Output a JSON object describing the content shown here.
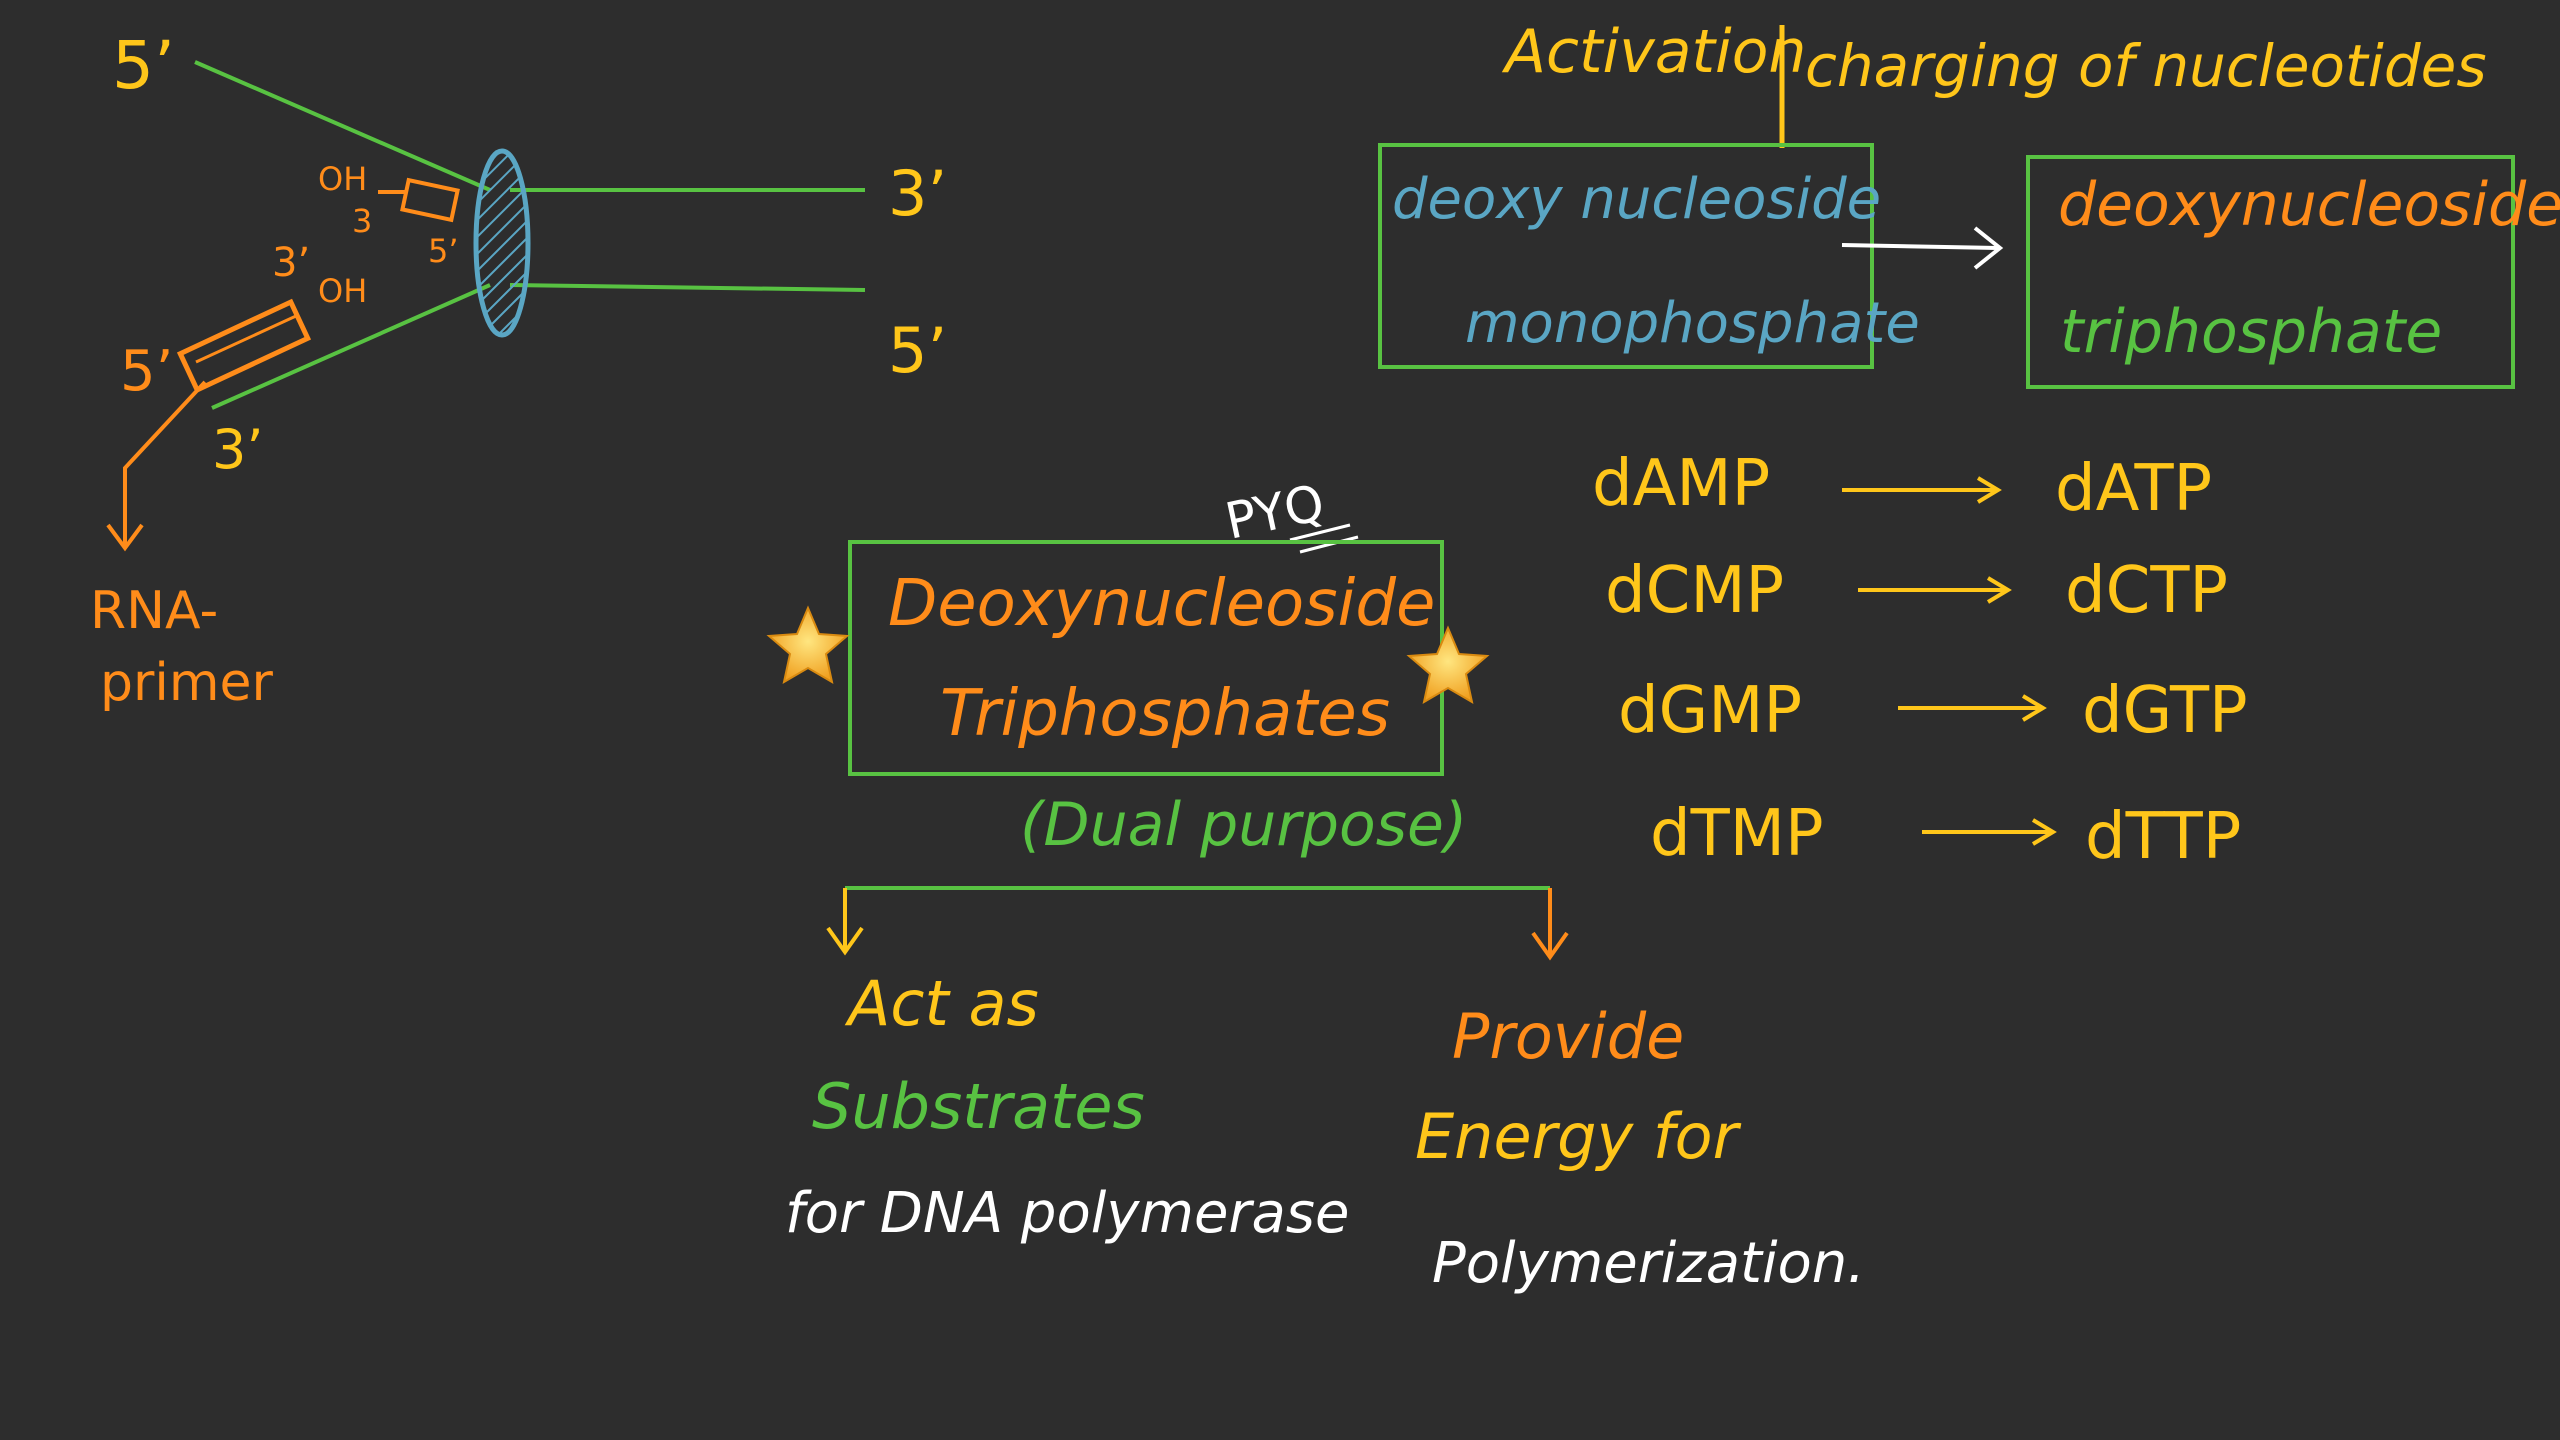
{
  "colors": {
    "background": "#2d2d2d",
    "green": "#58c242",
    "orange": "#ff8c1a",
    "yellow": "#ffc61a",
    "blue": "#5aa6c4",
    "white": "#ffffff"
  },
  "fork_diagram": {
    "top_left_5": "5’",
    "top_right_3": "3’",
    "bottom_right_5": "5’",
    "small_oh_top": "OH",
    "small_3_top": "3",
    "small_5_top": "5’",
    "small_3_bottom": "3’",
    "small_oh_bottom": "OH",
    "left_5": "5’",
    "bottom_3": "3’",
    "rna_label_line1": "RNA-",
    "rna_label_line2": "primer"
  },
  "activation": {
    "heading_left": "Activation",
    "heading_right": "charging of nucleotides",
    "box_left_line1": "deoxy nucleoside",
    "box_left_line2": "monophosphate",
    "box_right_line1": "deoxynucleoside",
    "box_right_line2": "triphosphate"
  },
  "conversions": [
    {
      "from": "dAMP",
      "to": "dATP"
    },
    {
      "from": "dCMP",
      "to": "dCTP"
    },
    {
      "from": "dGMP",
      "to": "dGTP"
    },
    {
      "from": "dTMP",
      "to": "dTTP"
    }
  ],
  "dntp": {
    "pyq": "PYQ",
    "line1": "Deoxynucleoside",
    "line2": "Triphosphates",
    "dual": "(Dual purpose)",
    "left_line1": "Act as",
    "left_line2": "Substrates",
    "left_line3": "for DNA polymerase",
    "right_line1": "Provide",
    "right_line2": "Energy for",
    "right_line3": "Polymerization."
  }
}
